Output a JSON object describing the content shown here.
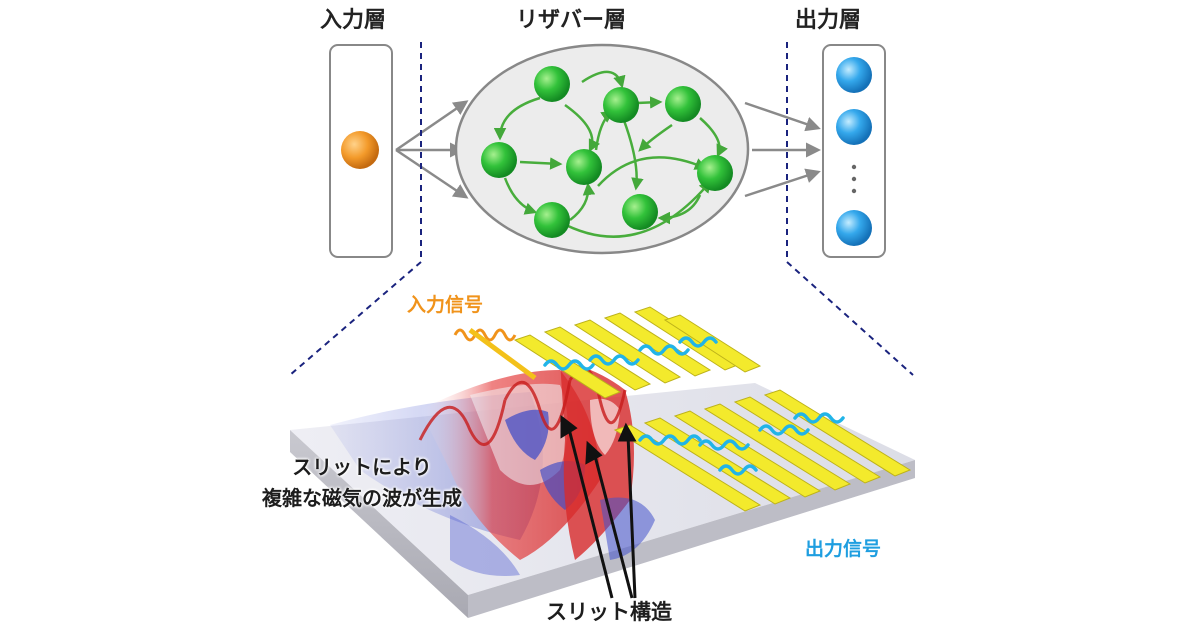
{
  "titles": {
    "input_layer": "入力層",
    "reservoir_layer": "リザバー層",
    "output_layer": "出力層"
  },
  "labels": {
    "input_signal": "入力信号",
    "output_signal": "出力信号",
    "note_line1": "スリットにより",
    "note_line2": "複雑な磁気の波が生成",
    "slit_structure": "スリット構造"
  },
  "colors": {
    "input_node": "#f0931b",
    "reservoir_node": "#2ebd3a",
    "output_node": "#2fa6e8",
    "connection_arrow": "#8a8a8a",
    "reservoir_arrow": "#4cae3c",
    "dashed_guide": "#1a237e",
    "electrode": "#f3ea2c",
    "wave_red": "#e03030",
    "wave_blue": "#3a46c8"
  }
}
